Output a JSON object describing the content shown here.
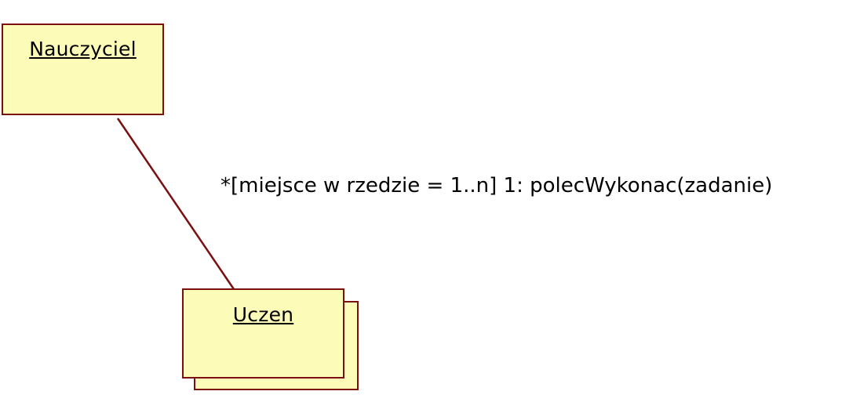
{
  "colors": {
    "object_fill": "#fdfbb8",
    "object_border": "#7b1010",
    "link_line": "#7b1010",
    "text": "#000000",
    "background": "#ffffff"
  },
  "objects": {
    "teacher": {
      "name": "Nauczyciel"
    },
    "student": {
      "name": "Uczen",
      "multi_object": true
    }
  },
  "link": {
    "from": "Nauczyciel",
    "to": "Uczen",
    "message": "*[miejsce w rzedzie = 1..n] 1: polecWykonac(zadanie)"
  }
}
